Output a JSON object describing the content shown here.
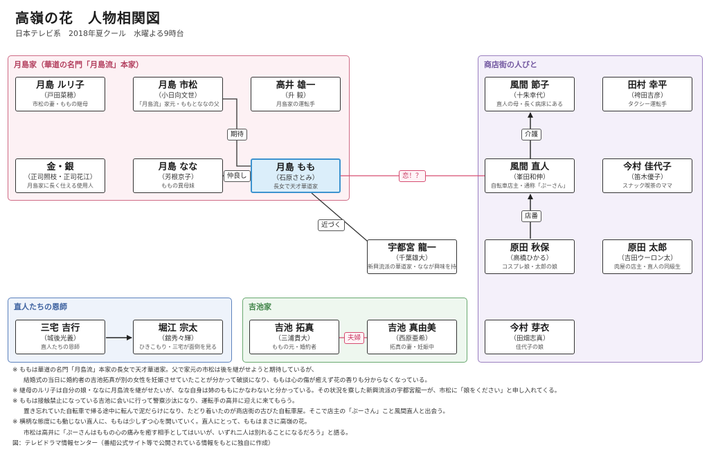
{
  "title": "高嶺の花　人物相関図",
  "subtitle": "日本テレビ系　2018年夏クール　水曜よる9時台",
  "groups": {
    "tsukishima": "月島家（華道の名門「月島流」本家）",
    "shoten": "商店街の人びと",
    "onjin": "直人たちの恩師",
    "yoshiike": "吉池家"
  },
  "people": {
    "ruriko": {
      "name": "月島 ルリ子",
      "actor": "（戸田菜穂）",
      "role": "市松の妻・ももの継母"
    },
    "ichimatsu": {
      "name": "月島 市松",
      "actor": "（小日向文世）",
      "role": "「月島流」家元・ももとななの父"
    },
    "takai": {
      "name": "高井 雄一",
      "actor": "（升 毅）",
      "role": "月島家の運転手"
    },
    "kingin": {
      "name": "金・銀",
      "actor": "（正司照枝・正司花江）",
      "role": "月島家に長く仕える使用人"
    },
    "nana": {
      "name": "月島 なな",
      "actor": "（芳根京子）",
      "role": "ももの異母妹"
    },
    "momo": {
      "name": "月島 もも",
      "actor": "（石原さとみ）",
      "role": "長女で天才華道家"
    },
    "setsuko": {
      "name": "風間 節子",
      "actor": "（十朱幸代）",
      "role": "直人の母・長く病床にある"
    },
    "kohei": {
      "name": "田村 幸平",
      "actor": "（袴田吉彦）",
      "role": "タクシー運転手"
    },
    "naoto": {
      "name": "風間 直人",
      "actor": "（峯田和伸）",
      "role": "自転車店主・通称「ぷーさん」"
    },
    "kayoko": {
      "name": "今村 佳代子",
      "actor": "（笛木優子）",
      "role": "スナック喫茶のママ"
    },
    "ryuichi": {
      "name": "宇都宮 龍一",
      "actor": "（千葉雄大）",
      "role": "新興流派の華道家・ななが興味を持つ"
    },
    "akiho": {
      "name": "原田 秋保",
      "actor": "（高橋ひかる）",
      "role": "コスプレ娘・太郎の娘"
    },
    "taro": {
      "name": "原田 太郎",
      "actor": "（吉田ウーロン太）",
      "role": "肉屋の店主・直人の同級生"
    },
    "miyake": {
      "name": "三宅 吉行",
      "actor": "（城後光義）",
      "role": "直人たちの恩師"
    },
    "horie": {
      "name": "堀江 宗太",
      "actor": "（舘秀々輝）",
      "role": "ひきこもり・三宅が面倒を見る"
    },
    "takuma": {
      "name": "吉池 拓真",
      "actor": "（三浦貴大）",
      "role": "ももの元・婚約者"
    },
    "mayumi": {
      "name": "吉池 真由美",
      "actor": "（西原亜希）",
      "role": "拓真の妻・妊娠中"
    },
    "mei": {
      "name": "今村 芽衣",
      "actor": "（田畑志真）",
      "role": "佳代子の娘"
    }
  },
  "relations": {
    "kitai": "期待",
    "nakayoshi": "仲良し",
    "koi": "恋！？",
    "chikazuku": "近づく",
    "kaigo": "介護",
    "tenban": "店番",
    "fuufu": "夫婦"
  },
  "notes": [
    "※ ももは華道の名門「月島流」本家の長女で天才華道家。父で家元の市松は後を継がせようと期待しているが、",
    "結婚式の当日に婚約者の吉池拓真が別の女性を妊娠させていたことが分かって破談になり、ももは心の傷が癒えず花の香りも分からなくなっている。",
    "※ 継母のルリ子は自分の娘・ななに月島流を継がせたいが、なな自身は姉のももにかなわないと分かっている。その状況を察した新興流派の宇都宮龍一が、市松に「娘をください」と申し入れてくる。",
    "※ ももは接触禁止になっている吉池に会いに行って警察沙汰になり、運転手の高井に迎えに来てもらう。",
    "置き忘れていた自転車で帰る途中に転んで泥だらけになり、たどり着いたのが商店街の古びた自転車屋。そこで店主の「ぷーさん」こと風間直人と出会う。",
    "※ 横柄な態度にも動じない直人に、ももは少しずつ心を開いていく。直人にとって、ももはまさに高嶺の花。",
    "市松は高井に「ぷーさんはももの心の痛みを癒す相手としてはいいが、いずれ二人は別れることになるだろう」と語る。",
    "図：テレビドラマ情報センター（番組公式サイト等で公開されている情報をもとに独自に作成）"
  ]
}
